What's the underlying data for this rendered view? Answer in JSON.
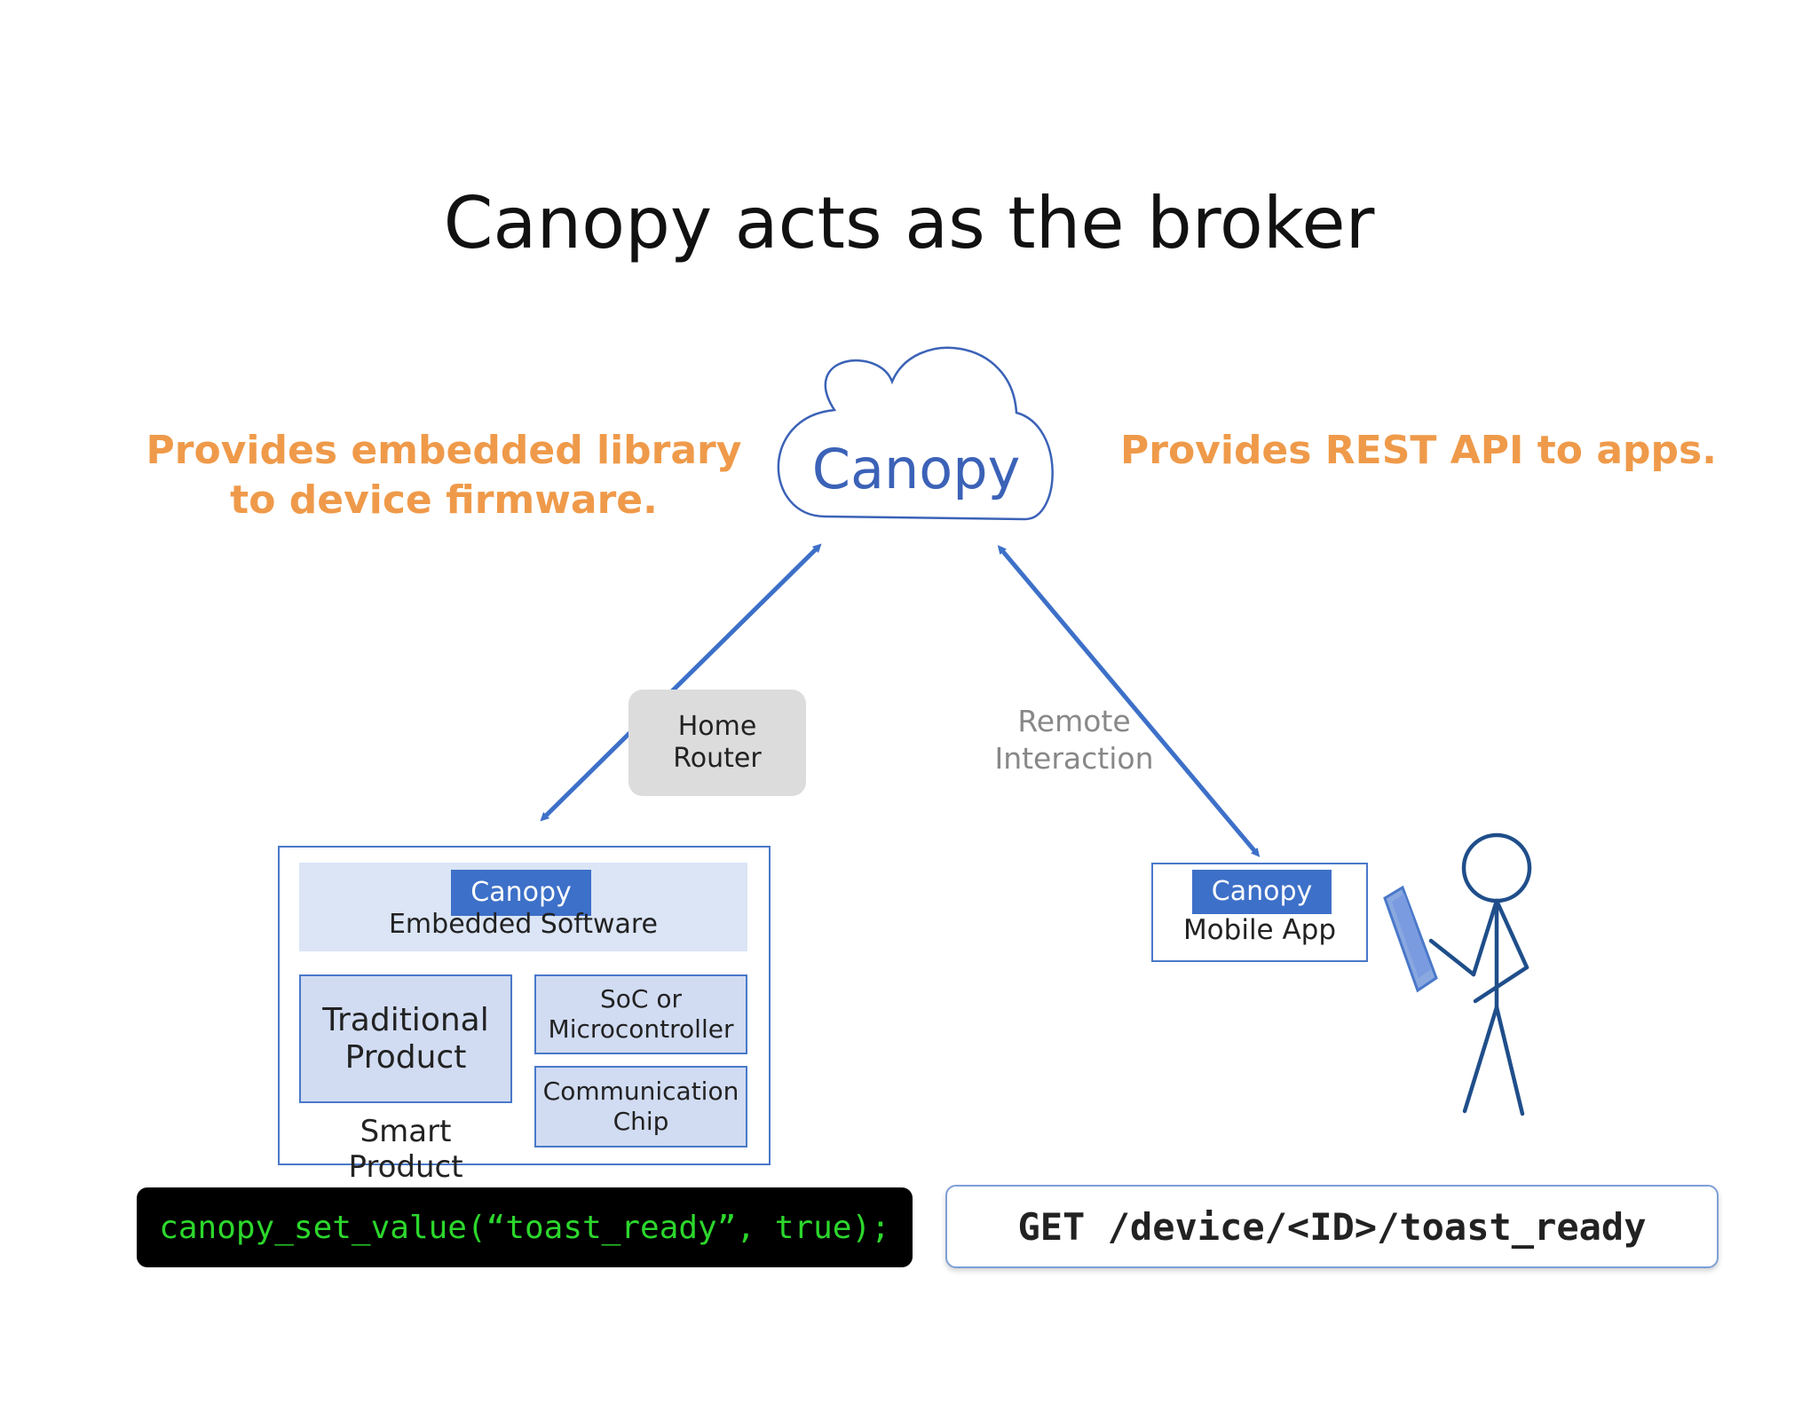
{
  "title": "Canopy acts as the broker",
  "left_note": {
    "line1": "Provides embedded library",
    "line2": "to device firmware."
  },
  "right_note": "Provides REST API to apps.",
  "cloud": {
    "label": "Canopy"
  },
  "router": {
    "line1": "Home",
    "line2": "Router"
  },
  "remote": {
    "line1": "Remote",
    "line2": "Interaction"
  },
  "smart_product": {
    "canopy_tag": "Canopy",
    "embedded_software": "Embedded Software",
    "traditional_product": {
      "line1": "Traditional",
      "line2": "Product"
    },
    "soc": {
      "line1": "SoC or",
      "line2": "Microcontroller"
    },
    "comm_chip": {
      "line1": "Communication",
      "line2": "Chip"
    },
    "label": "Smart Product"
  },
  "mobile_app": {
    "canopy_tag": "Canopy",
    "label": "Mobile App"
  },
  "code_left": "canopy_set_value(“toast_ready”, true);",
  "code_right": "GET /device/<ID>/toast_ready",
  "colors": {
    "accent_blue": "#3d70c8",
    "orange": "#ef9a4a",
    "code_green": "#2cd72c",
    "tile_fill": "#d1dcf2"
  },
  "icons": [
    "cloud-icon",
    "stick-figure-icon",
    "tablet-icon"
  ]
}
